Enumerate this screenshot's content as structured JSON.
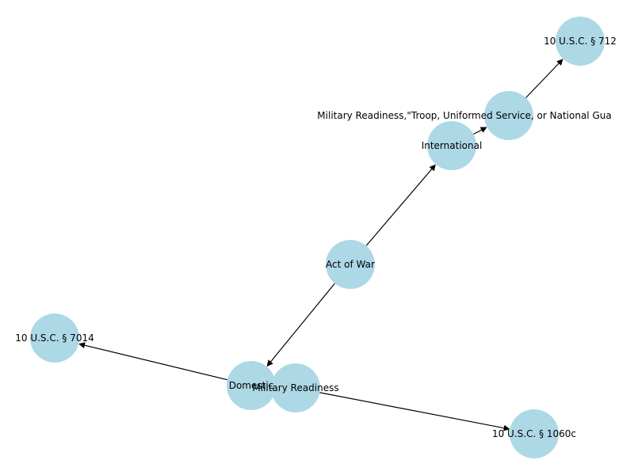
{
  "diagram": {
    "type": "directed-graph",
    "node_color": "#add8e6",
    "edge_color": "#000000",
    "text_color": "#000000",
    "nodes": [
      {
        "id": "act",
        "label": "Act of War"
      },
      {
        "id": "intl",
        "label": "International"
      },
      {
        "id": "mr_troop",
        "label": "Military Readiness,\"Troop, Uniformed Service, or National Gua"
      },
      {
        "id": "usc712",
        "label": "10 U.S.C. § 712"
      },
      {
        "id": "domestic",
        "label": "Domestic"
      },
      {
        "id": "mr",
        "label": "Military Readiness"
      },
      {
        "id": "usc7014",
        "label": "10 U.S.C. § 7014"
      },
      {
        "id": "usc1060c",
        "label": "10 U.S.C. § 1060c"
      }
    ],
    "edges": [
      {
        "from": "act",
        "to": "intl"
      },
      {
        "from": "intl",
        "to": "mr_troop"
      },
      {
        "from": "mr_troop",
        "to": "usc712"
      },
      {
        "from": "act",
        "to": "domestic"
      },
      {
        "from": "domestic",
        "to": "usc7014"
      },
      {
        "from": "mr",
        "to": "usc1060c"
      }
    ]
  }
}
